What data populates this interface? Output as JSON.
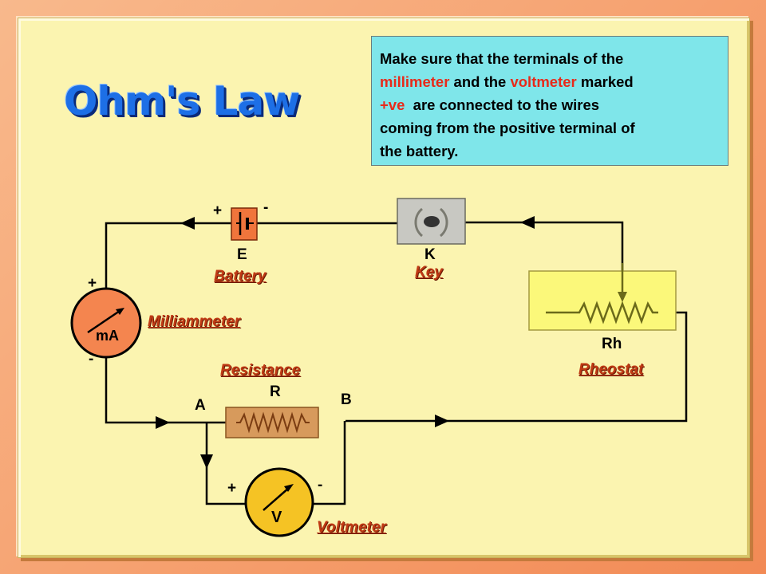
{
  "title": "Ohm's Law",
  "note": {
    "line1": "Make sure that the terminals of the",
    "millimeter": "millimeter",
    "and_the": " and the ",
    "voltmeter": "voltmeter",
    "marked": " marked",
    "plus_ve": "+ve",
    "line3_rest": "  are connected to the wires",
    "line4": "coming from the positive terminal of",
    "line5": "the battery."
  },
  "components": {
    "battery": {
      "symbol": "E",
      "caption": "Battery",
      "plus": "+",
      "minus": "-"
    },
    "key": {
      "symbol": "K",
      "caption": "Key"
    },
    "rheostat": {
      "symbol": "Rh",
      "caption": "Rheostat"
    },
    "milliammeter": {
      "unit": "mA",
      "caption": "Milliammeter",
      "plus": "+",
      "minus": "-"
    },
    "resistance": {
      "symbol": "R",
      "caption": "Resistance",
      "point_a": "A",
      "point_b": "B"
    },
    "voltmeter": {
      "unit": "V",
      "caption": "Voltmeter",
      "plus": "+",
      "minus": "-"
    }
  },
  "colors": {
    "panel": "#fbf4b0",
    "note_box": "#7fe6ea",
    "highlight_text": "#e82a1a",
    "caption_text": "#c03a14",
    "meter_fill": "#f4854f",
    "battery_fill": "#f0753c",
    "resistor_fill": "#d79a5c",
    "rheostat_fill": "#fbf87a",
    "key_fill": "#c8c8c2",
    "title": "#1d6fe6"
  }
}
